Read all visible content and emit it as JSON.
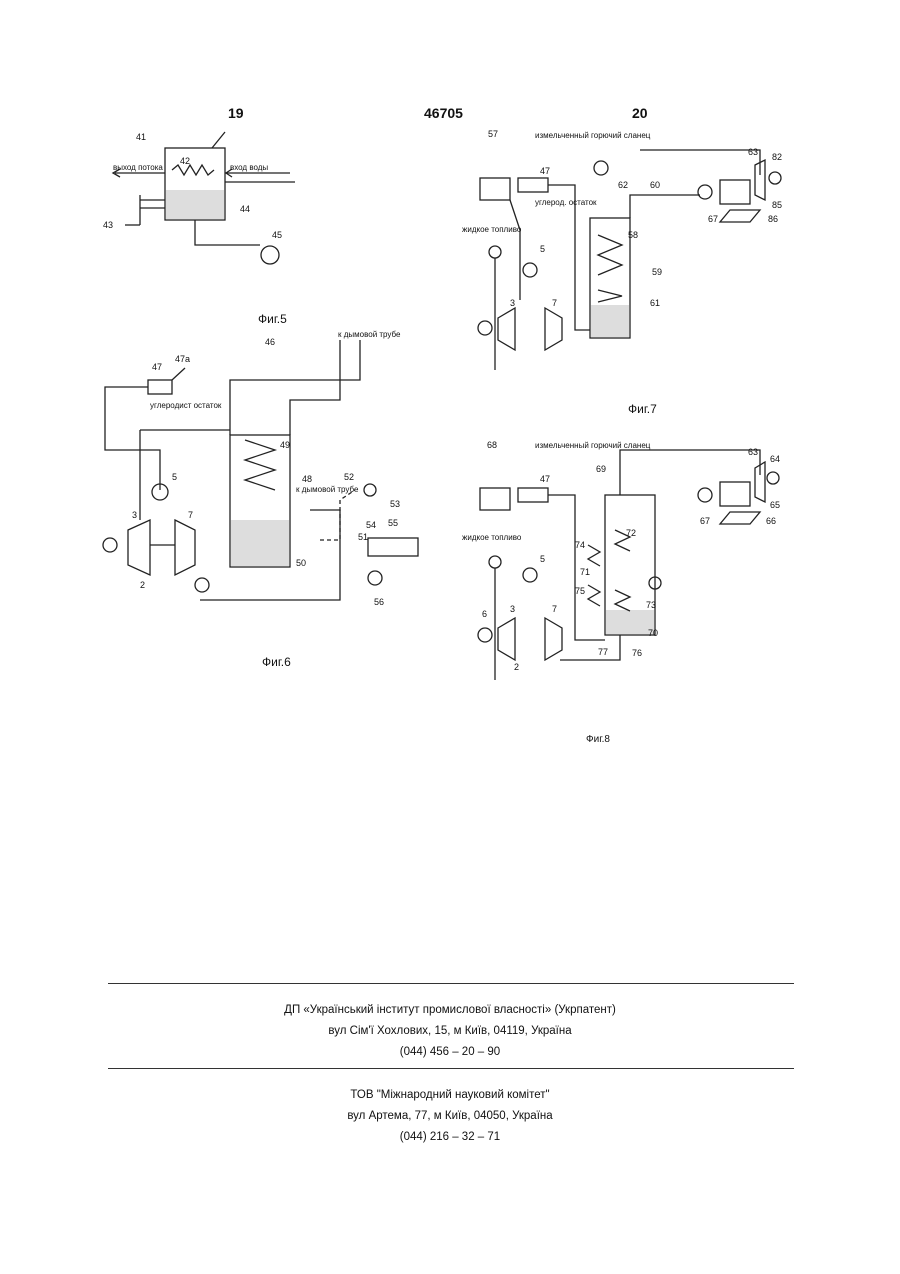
{
  "header": {
    "page_left": "19",
    "doc_number": "46705",
    "page_right": "20"
  },
  "figures": {
    "fig5": {
      "caption": "Фиг.5",
      "label_outflow": "выход потока",
      "label_water_in": "вход воды",
      "nums": [
        "41",
        "42",
        "43",
        "44",
        "45"
      ]
    },
    "fig6": {
      "caption": "Фиг.6",
      "label_chimney": "к дымовой трубе",
      "label_chimney2": "к дымовой трубе",
      "label_residue": "углеродист остаток",
      "nums": [
        "46",
        "47",
        "47а",
        "49",
        "48",
        "5",
        "3",
        "7",
        "2",
        "50",
        "51",
        "52",
        "53",
        "54",
        "55",
        "56"
      ]
    },
    "fig7": {
      "caption": "Фиг.7",
      "label_shale": "измельченный горючий сланец",
      "label_residue": "углерод. остаток",
      "label_liquid_fuel": "жидкое топливо",
      "nums": [
        "57",
        "47",
        "62",
        "60",
        "63",
        "82",
        "85",
        "86",
        "67",
        "58",
        "59",
        "61",
        "5",
        "3",
        "7"
      ]
    },
    "fig8": {
      "caption": "Фиг.8",
      "label_shale": "измельченный горючий сланец",
      "label_liquid_fuel": "жидкое топливо",
      "nums": [
        "68",
        "47",
        "69",
        "63",
        "64",
        "65",
        "66",
        "67",
        "72",
        "74",
        "71",
        "75",
        "73",
        "70",
        "76",
        "77",
        "5",
        "6",
        "3",
        "7",
        "2"
      ]
    }
  },
  "footer": {
    "org1_name": "ДП «Український інститут промислової власності» (Укрпатент)",
    "org1_address": "вул  Сім'ї Хохлових, 15, м  Київ, 04119, Україна",
    "org1_phone": "(044) 456 – 20 –  90",
    "org2_name": "ТОВ \"Міжнародний науковий комітет\"",
    "org2_address": "вул  Артема, 77, м  Київ, 04050, Україна",
    "org2_phone": "(044) 216 – 32 – 71"
  }
}
